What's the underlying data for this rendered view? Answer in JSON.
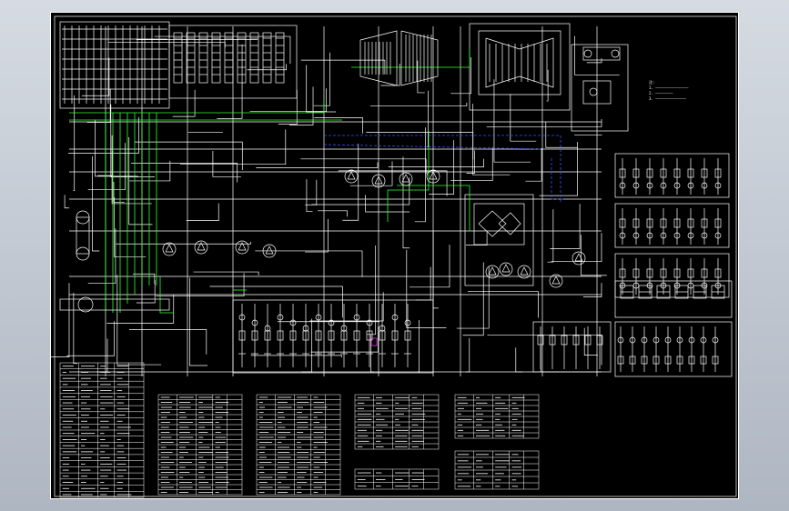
{
  "viewer": {
    "background_colors": [
      "#d6dbe2",
      "#aeb6c2"
    ]
  },
  "drawing": {
    "sheet_background": "#000000",
    "frame_color": "#ffffff",
    "line_colors": {
      "main": "#ffffff",
      "feedwater": "#33ff33",
      "signal": "#3355ff",
      "highlight": "#ff44ff"
    },
    "notes": {
      "header": "注:",
      "lines": [
        "1. ———————————————",
        "2. ————————",
        "3. ——————————————"
      ]
    }
  }
}
